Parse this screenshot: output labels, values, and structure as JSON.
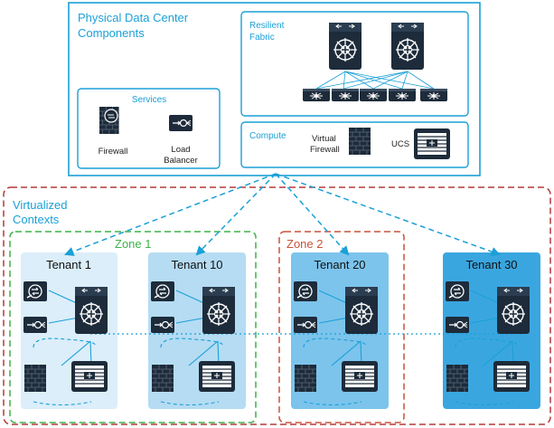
{
  "physical": {
    "title_line1": "Physical Data Center",
    "title_line2": "Components"
  },
  "fabric": {
    "label_line1": "Resilient",
    "label_line2": "Fabric"
  },
  "services": {
    "title": "Services",
    "firewall_label": "Firewall",
    "lb_label_line1": "Load",
    "lb_label_line2": "Balancer"
  },
  "compute": {
    "title": "Compute",
    "vfw_line1": "Virtual",
    "vfw_line2": "Firewall",
    "ucs_label": "UCS"
  },
  "virtual": {
    "title_line1": "Virtualized",
    "title_line2": "Contexts"
  },
  "zones": {
    "zone1": "Zone 1",
    "zone2": "Zone 2"
  },
  "tenants": {
    "t1": "Tenant 1",
    "t10": "Tenant 10",
    "t20": "Tenant 20",
    "t30": "Tenant 30"
  },
  "colors": {
    "accent_blue": "#1ba0d7",
    "zone1_green": "#3db249",
    "zone2_red": "#c8523a",
    "outer_red": "#b33a3a",
    "device_dark": "#1d2b3a"
  }
}
